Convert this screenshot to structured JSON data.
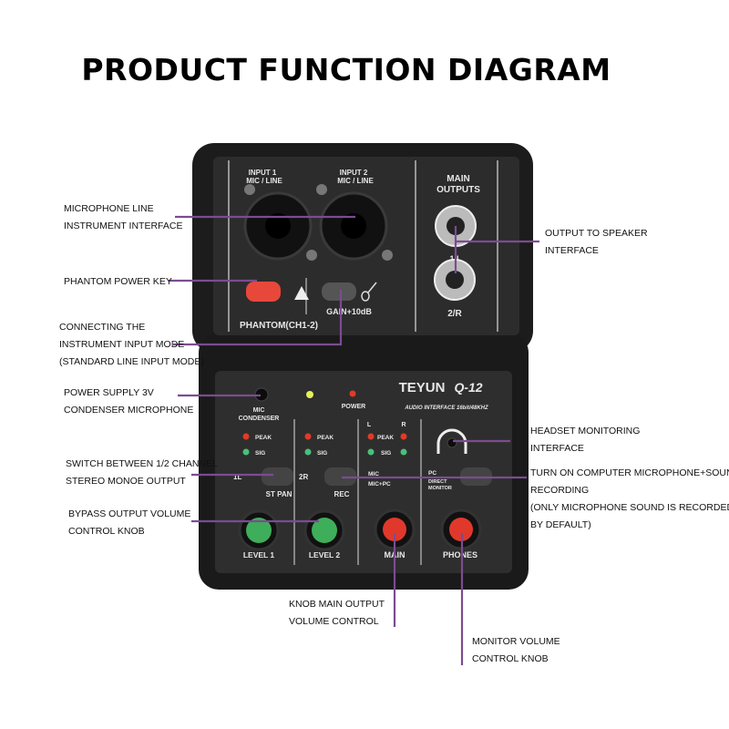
{
  "title": "PRODUCT FUNCTION DIAGRAM",
  "device": {
    "brand": "TEYUN",
    "model": "Q-12",
    "subtitle": "AUDIO INTERFACE 16bit/48KHZ",
    "input1": [
      "INPUT 1",
      "MIC / LINE"
    ],
    "input2": [
      "INPUT 2",
      "MIC / LINE"
    ],
    "main_outputs": [
      "MAIN",
      "OUTPUTS"
    ],
    "out1": "1/L",
    "out2": "2/R",
    "phantom": "PHANTOM(CH1-2)",
    "gain": "GAIN+10dB",
    "power": "POWER",
    "mic_condenser": [
      "MIC",
      "CONDENSER"
    ],
    "peak": "PEAK",
    "sig": "SIG",
    "left": "L",
    "right": "R",
    "ch1l": "1L",
    "ch2r": "2R",
    "st_pan": "ST PAN",
    "rec": "REC",
    "mic": "MIC",
    "mic_pc": "MIC+PC",
    "pc": "PC",
    "direct_monitor": [
      "DIRECT",
      "MONITOR"
    ],
    "level1": "LEVEL 1",
    "level2": "LEVEL 2",
    "main": "MAIN",
    "phones": "PHONES",
    "colors": {
      "body": "#1c1c1c",
      "panel": "#2c2c2c",
      "green_knob": "#3fae5a",
      "red_knob": "#e0392b",
      "callout_line": "#7b4c93"
    }
  },
  "annotations": {
    "mic_line": [
      "MICROPHONE LINE",
      "INSTRUMENT INTERFACE"
    ],
    "output_speaker": [
      "OUTPUT TO SPEAKER",
      "INTERFACE"
    ],
    "phantom_key": [
      "PHANTOM POWER KEY"
    ],
    "instrument_mode": [
      "CONNECTING THE",
      "INSTRUMENT INPUT MODE",
      "(STANDARD LINE INPUT MODE)"
    ],
    "power_supply": [
      "POWER SUPPLY 3V",
      "CONDENSER MICROPHONE"
    ],
    "headset": [
      "HEADSET MONITORING",
      "INTERFACE"
    ],
    "switch_channel": [
      "SWITCH BETWEEN 1/2 CHANNEL",
      "STEREO MONOE OUTPUT"
    ],
    "computer_mic": [
      "TURN ON COMPUTER MICROPHONE+SOUND",
      "RECORDING",
      "(ONLY MICROPHONE SOUND IS RECORDED",
      "BY DEFAULT)"
    ],
    "bypass": [
      "BYPASS OUTPUT VOLUME",
      "CONTROL KNOB"
    ],
    "knob_main": [
      "KNOB MAIN OUTPUT",
      "VOLUME CONTROL"
    ],
    "monitor_volume": [
      "MONITOR VOLUME",
      "CONTROL KNOB"
    ]
  }
}
